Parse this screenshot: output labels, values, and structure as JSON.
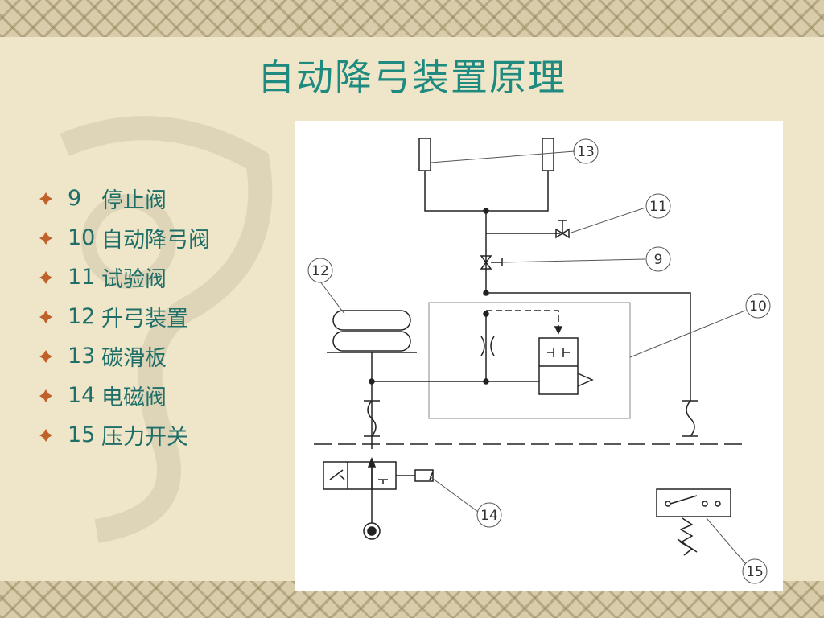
{
  "title": "自动降弓装置原理",
  "legend": [
    {
      "number": "9",
      "label": "停止阀"
    },
    {
      "number": "10",
      "label": "自动降弓阀"
    },
    {
      "number": "11",
      "label": "试验阀"
    },
    {
      "number": "12",
      "label": "升弓装置"
    },
    {
      "number": "13",
      "label": "碳滑板"
    },
    {
      "number": "14",
      "label": "电磁阀"
    },
    {
      "number": "15",
      "label": "压力开关"
    }
  ],
  "diagram": {
    "callouts": {
      "c13": "13",
      "c11": "11",
      "c9": "9",
      "c12": "12",
      "c10": "10",
      "c14": "14",
      "c15": "15"
    }
  },
  "colors": {
    "title": "#1e8a80",
    "legend_text": "#1f6f68",
    "bullet": "#c0602a",
    "background": "#efe6c9"
  },
  "icons": {
    "bullet": "diamond-bullet-icon"
  }
}
